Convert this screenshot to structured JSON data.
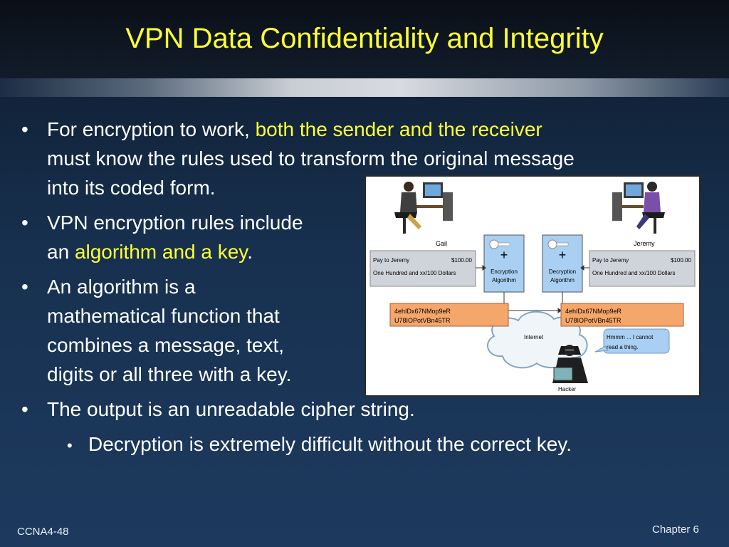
{
  "title": "VPN Data Confidentiality and Integrity",
  "bullets": {
    "b1_pre": "For encryption to work, ",
    "b1_hl": "both the sender and the receiver",
    "b1_post_line1": "must know the rules used to transform the original message",
    "b1_post_line2": "into its coded form.",
    "b2_line1": "VPN encryption rules include",
    "b2_pre": "an ",
    "b2_hl": "algorithm and a key",
    "b2_post": ".",
    "b3_line1": "An algorithm is a",
    "b3_line2": "mathematical function that",
    "b3_line3": "combines a message, text,",
    "b3_line4": "digits or all three with a key.",
    "b4": "The output is an unreadable cipher string.",
    "b5": "Decryption is extremely difficult without the correct key."
  },
  "figure": {
    "sender_name": "Gail",
    "receiver_name": "Jeremy",
    "check_payee": "Pay to Jeremy",
    "check_amount": "$100.00",
    "check_words": "One Hundred and xx/100 Dollars",
    "encryption_label_1": "Encryption",
    "encryption_label_2": "Algorithm",
    "decryption_label_1": "Decryption",
    "decryption_label_2": "Algorithm",
    "plus": "+",
    "cipher_line1": "4ehIDx67NMop9eR",
    "cipher_line2": "U78IOPotVBn45TR",
    "internet_label": "Internet",
    "hacker_label": "Hacker",
    "hacker_thought_1": "Hmmm ... I cannot",
    "hacker_thought_2": "read a thing."
  },
  "footer": {
    "left": "CCNA4-48",
    "right": "Chapter 6"
  },
  "colors": {
    "title": "#ffff33",
    "highlight": "#ffff33",
    "check_fill": "#cfd4da",
    "algo_fill": "#a9cff2",
    "cipher_fill": "#f5a66a",
    "bubble_fill": "#a9cff2"
  }
}
